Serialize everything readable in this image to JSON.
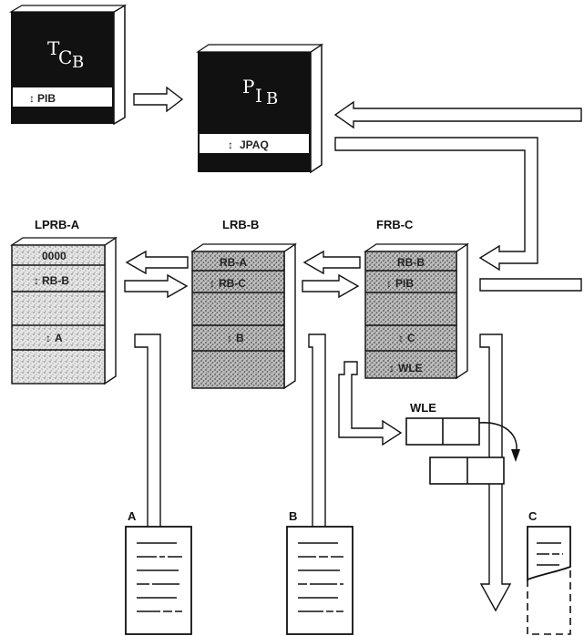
{
  "tcb": {
    "title_main": "T",
    "title_sub": "C",
    "title_sub2": "B",
    "field": "PIB"
  },
  "pib": {
    "title_main": "P",
    "title_sub": "I",
    "title_sub2": "B",
    "field": "JPAQ"
  },
  "blocks": {
    "lprb_a": {
      "label": "LPRB-A",
      "cells": [
        "0000",
        "RB-B",
        "",
        "A",
        ""
      ]
    },
    "lrb_b": {
      "label": "LRB-B",
      "cells": [
        "RB-A",
        "RB-C",
        "",
        "B",
        ""
      ]
    },
    "frb_c": {
      "label": "FRB-C",
      "cells": [
        "RB-B",
        "PIB",
        "",
        "C",
        "WLE"
      ]
    }
  },
  "wle": {
    "label": "WLE"
  },
  "documents": {
    "a": {
      "label": "A"
    },
    "b": {
      "label": "B"
    },
    "c": {
      "label": "C"
    }
  },
  "colors": {
    "ink": "#111111",
    "speckle": "#d9d9d9",
    "speckle_dark": "#9a9a9a",
    "paper": "#ffffff"
  },
  "glyphs": {
    "pointer": "↕"
  }
}
